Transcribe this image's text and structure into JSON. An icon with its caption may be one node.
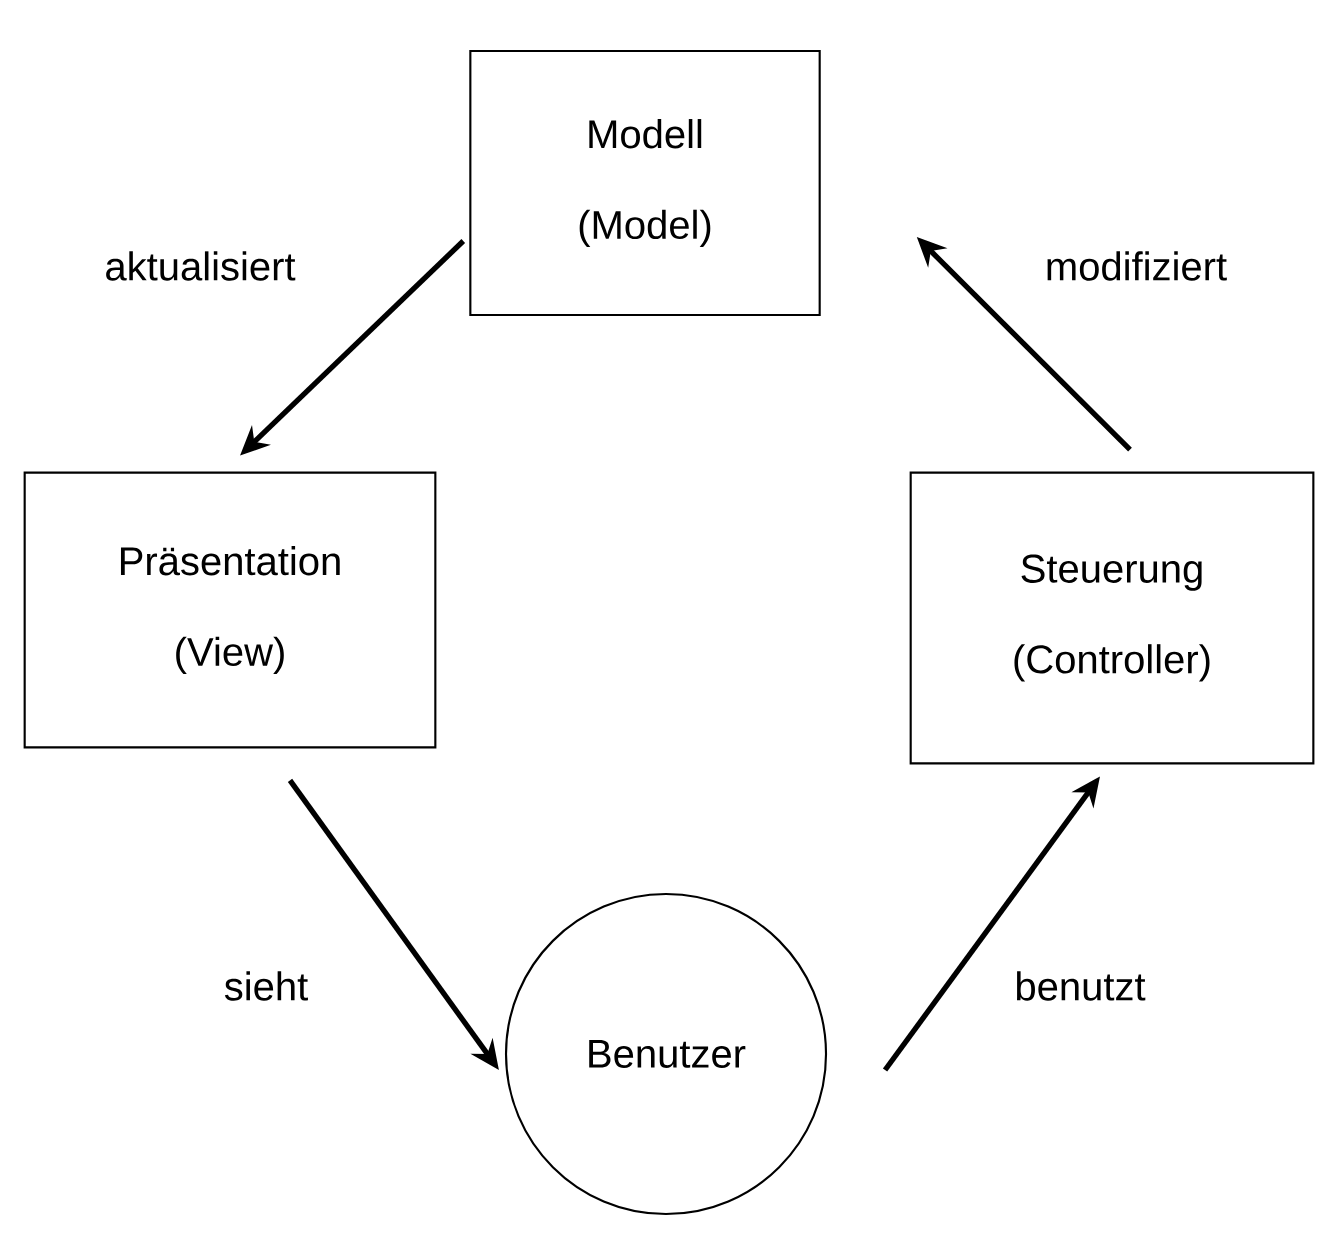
{
  "diagram": {
    "nodes": [
      {
        "text": [
          "Modell (Model)"
        ]
      },
      {
        "text": [
          "Präsentation (View)"
        ]
      },
      {
        "text": [
          "Steuerung (Controller)"
        ]
      },
      {
        "text": [
          "Benutzer"
        ]
      }
    ],
    "edges": [
      {
        "from": 0,
        "to": 1,
        "arrow": "to",
        "label": "aktualisiert"
      },
      {
        "from": 2,
        "to": 0,
        "arrow": "to",
        "label": "modifiziert"
      },
      {
        "from": 1,
        "to": 3,
        "arrow": "to",
        "label": "sieht"
      },
      {
        "from": 3,
        "to": 2,
        "arrow": "to",
        "label": "benutzt"
      }
    ]
  }
}
